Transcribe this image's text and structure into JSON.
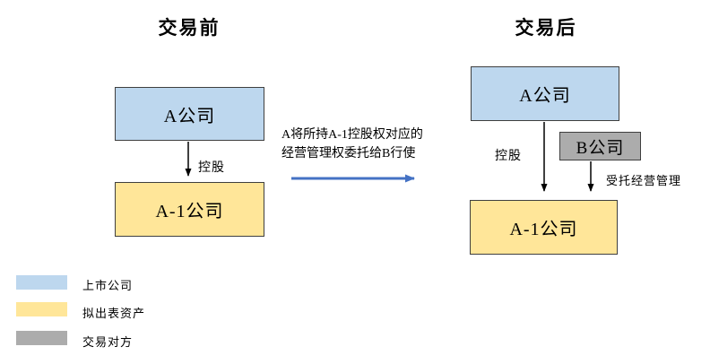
{
  "titles": {
    "before": "交易前",
    "after": "交易后"
  },
  "before": {
    "company_a": "A公司",
    "edge_control": "控股",
    "company_a1": "A-1公司"
  },
  "transition": {
    "line1": "A将所持A-1控股权对应的",
    "line2": "经营管理权委托给B行使"
  },
  "after": {
    "company_a": "A公司",
    "company_b": "B公司",
    "edge_control": "控股",
    "edge_entrust": "受托经营管理",
    "company_a1": "A-1公司"
  },
  "legend": [
    {
      "label": "上市公司",
      "color": "#BDD7EE"
    },
    {
      "label": "拟出表资产",
      "color": "#FFE699"
    },
    {
      "label": "交易对方",
      "color": "#ACACAC"
    }
  ],
  "colors": {
    "listed_company_fill": "#BDD7EE",
    "deconsolidated_asset_fill": "#FFE699",
    "counterparty_fill": "#ACACAC",
    "box_border": "#3F3F3F",
    "transition_arrow": "#4472C4",
    "edge_arrow": "#000000"
  }
}
